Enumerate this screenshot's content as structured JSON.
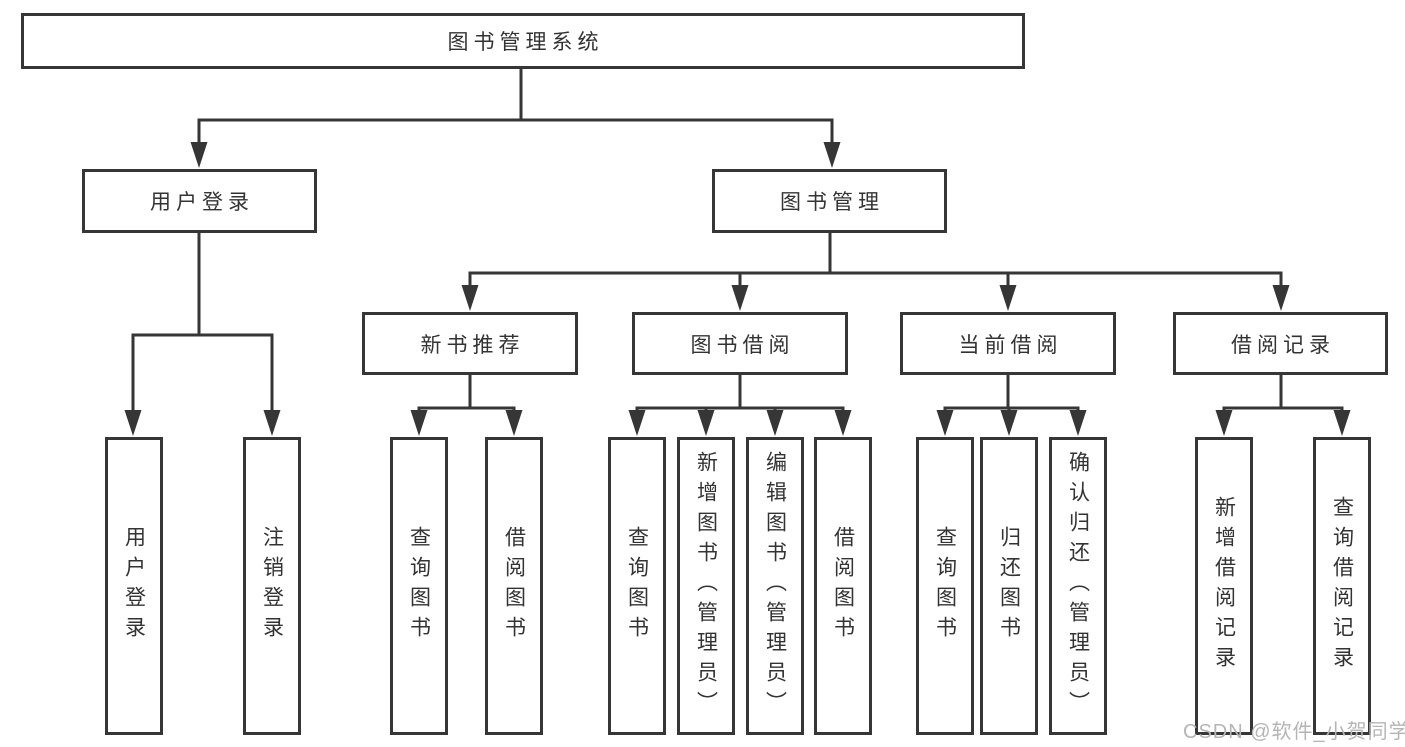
{
  "tree": {
    "root": "图书管理系统",
    "login": {
      "label": "用户登录",
      "children": [
        "用户登录",
        "注销登录"
      ]
    },
    "manage": {
      "label": "图书管理",
      "sections": [
        {
          "label": "新书推荐",
          "children": [
            "查询图书",
            "借阅图书"
          ]
        },
        {
          "label": "图书借阅",
          "children": [
            "查询图书",
            "新增图书（管理员）",
            "编辑图书（管理员）",
            "借阅图书"
          ]
        },
        {
          "label": "当前借阅",
          "children": [
            "查询图书",
            "归还图书",
            "确认归还（管理员）"
          ]
        },
        {
          "label": "借阅记录",
          "children": [
            "新增借阅记录",
            "查询借阅记录"
          ]
        }
      ]
    }
  },
  "watermark": "CSDN @软件_小贺同学",
  "colors": {
    "line": "#363636",
    "box_border": "#363636",
    "text": "#333333",
    "watermark": "#b5b5b5",
    "background": "#ffffff"
  }
}
